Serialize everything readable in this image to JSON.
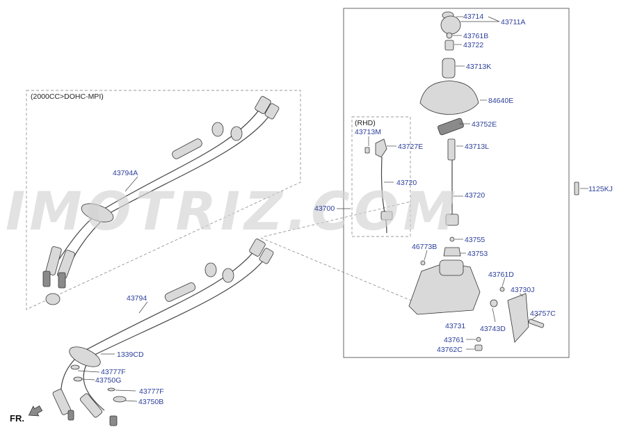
{
  "watermark": "IMOTRIZ.COM",
  "direction_label": "FR.",
  "groups": {
    "engine_variant": "(2000CC>DOHC-MPI)",
    "rhd_variant": "(RHD)"
  },
  "part_labels": {
    "p43714": "43714",
    "p43711A": "43711A",
    "p43761B": "43761B",
    "p43722": "43722",
    "p43713K": "43713K",
    "p84640E": "84640E",
    "p43713M": "43713M",
    "p43727E": "43727E",
    "p43752E": "43752E",
    "p43713L": "43713L",
    "p43720_rhd": "43720",
    "p43720": "43720",
    "p1125KJ": "1125KJ",
    "p43700": "43700",
    "p43755": "43755",
    "p46773B": "46773B",
    "p43753": "43753",
    "p43761D": "43761D",
    "p43730J": "43730J",
    "p43757C": "43757C",
    "p43731": "43731",
    "p43743D": "43743D",
    "p43761": "43761",
    "p43762C": "43762C",
    "p43794A": "43794A",
    "p43794": "43794",
    "p1339CD": "1339CD",
    "p43777F_1": "43777F",
    "p43750G": "43750G",
    "p43777F_2": "43777F",
    "p43750B": "43750B"
  }
}
